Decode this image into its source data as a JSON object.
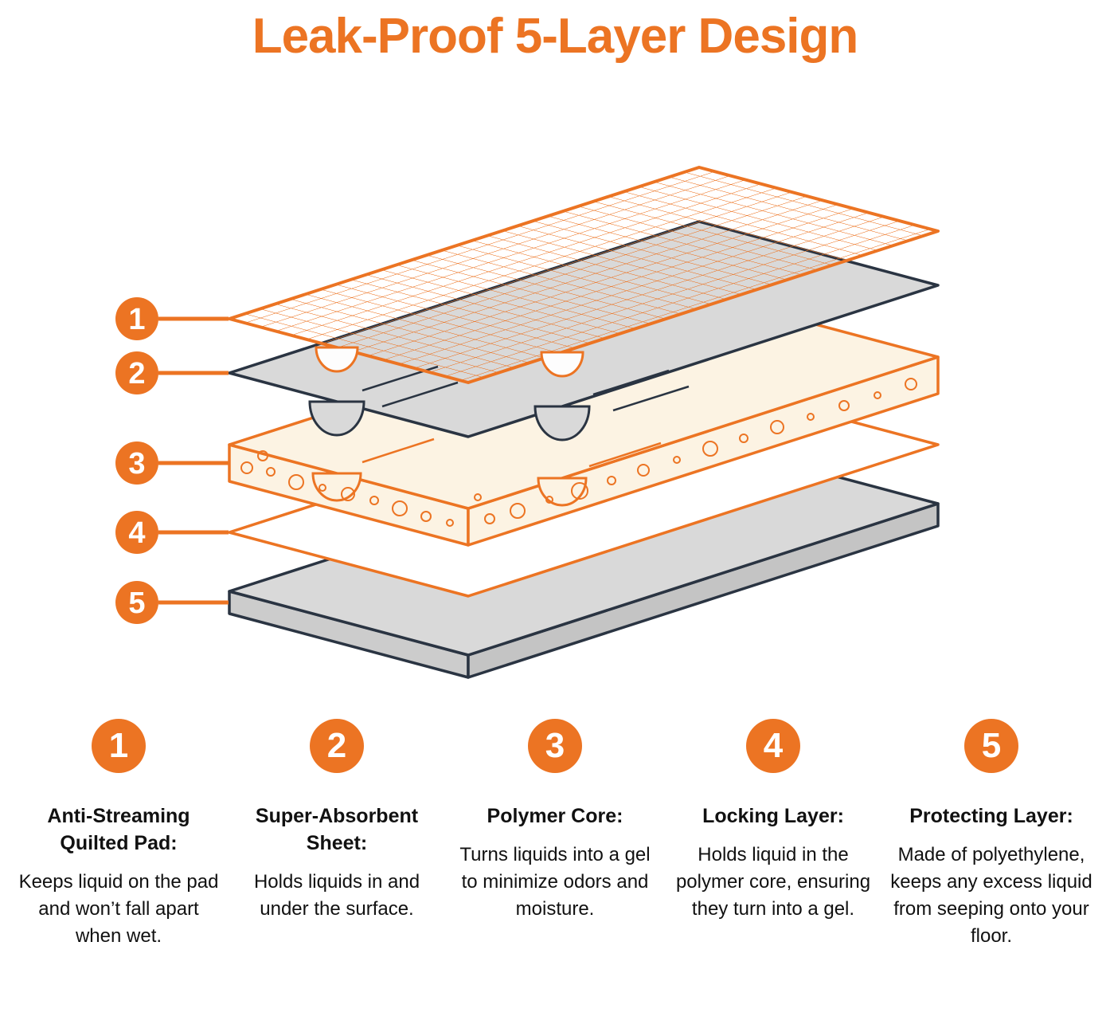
{
  "title": "Leak-Proof 5-Layer Design",
  "colors": {
    "accent_orange": "#EC7423",
    "outline_navy": "#2A3442",
    "sheet_gray": "#D9D9D9",
    "core_cream": "#FCF3E3"
  },
  "diagram": {
    "callouts": [
      "1",
      "2",
      "3",
      "4",
      "5"
    ]
  },
  "layers": [
    {
      "number": "1",
      "heading": "Anti-Streaming Quilted Pad:",
      "description": "Keeps liquid on the pad and won’t fall apart when wet."
    },
    {
      "number": "2",
      "heading": "Super-Absorbent Sheet:",
      "description": "Holds liquids in and under the surface."
    },
    {
      "number": "3",
      "heading": "Polymer Core:",
      "description": "Turns liquids into a gel to minimize odors and moisture."
    },
    {
      "number": "4",
      "heading": "Locking Layer:",
      "description": "Holds liquid in the polymer core, ensuring they turn into a gel."
    },
    {
      "number": "5",
      "heading": "Protecting Layer:",
      "description": "Made of polyethylene, keeps any excess liquid from seeping onto your floor."
    }
  ]
}
